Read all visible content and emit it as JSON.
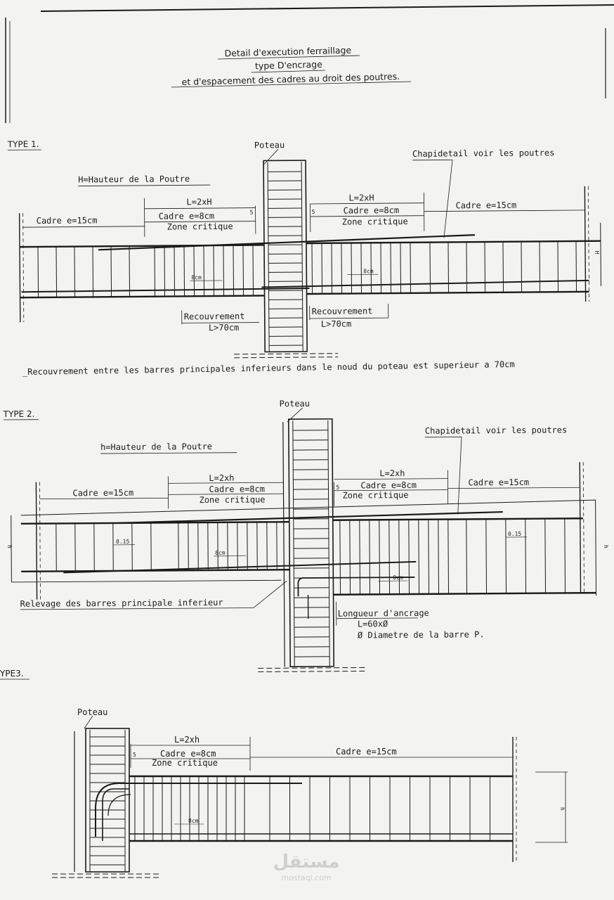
{
  "title": {
    "line1": "Detail d'execution ferraillage",
    "line2": "type D'encrage",
    "line3": "et d'espacement des cadres au droit des poutres."
  },
  "type1": {
    "heading": "TYPE 1.",
    "poteau": "Poteau",
    "chapi": "Chapidetail voir les poutres",
    "hauteur": "H=Hauteur de la Poutre",
    "l_left": "L=2xH",
    "l_right": "L=2xH",
    "cadre_left": "Cadre e=15cm",
    "cadre8_left": "Cadre e=8cm",
    "zone_left": "Zone critique",
    "cadre8_right": "Cadre e=8cm",
    "zone_right": "Zone critique",
    "cadre_right": "Cadre e=15cm",
    "five_left": "5",
    "five_right": "5",
    "h_mark": "H",
    "spacing_left": "8cm",
    "spacing_right": "8cm",
    "recouv_left": "Recouvrement",
    "lgt_left": "L>70cm",
    "recouv_right": "Recouvrement",
    "lgt_right": "L>70cm",
    "note": "_Recouvrement entre les barres principales inferieurs dans le noud du poteau est superieur a 70cm"
  },
  "type2": {
    "heading": "TYPE 2.",
    "poteau": "Poteau",
    "chapi": "Chapidetail voir les poutres",
    "hauteur": "h=Hauteur de la Poutre",
    "l_left": "L=2xh",
    "l_right": "L=2xh",
    "cadre_left": "Cadre e=15cm",
    "cadre8_left": "Cadre e=8cm",
    "zone_left": "Zone critique",
    "five_right": "5",
    "cadre8_right": "Cadre e=8cm",
    "zone_right": "Zone critique",
    "cadre_right": "Cadre e=15cm",
    "h_left": "h",
    "h_right": "h",
    "dim_left": "0.15",
    "dim_right": "0.15",
    "spacing_left": "8cm",
    "spacing_right": "8cm",
    "relevage": "Relevage des barres principale inferieur",
    "longueur": "Longueur d'ancrage",
    "formula": "L=60xØ",
    "diam": "Ø Diametre de la barre P."
  },
  "type3": {
    "heading": "YPE3.",
    "poteau": "Poteau",
    "l": "L=2xh",
    "five": "5",
    "cadre8": "Cadre e=8cm",
    "zone": "Zone critique",
    "cadre15": "Cadre e=15cm",
    "h_mark": "h",
    "spacing": "8cm"
  },
  "watermark": {
    "arabic": "مستقل",
    "site": "mostaql.com"
  }
}
